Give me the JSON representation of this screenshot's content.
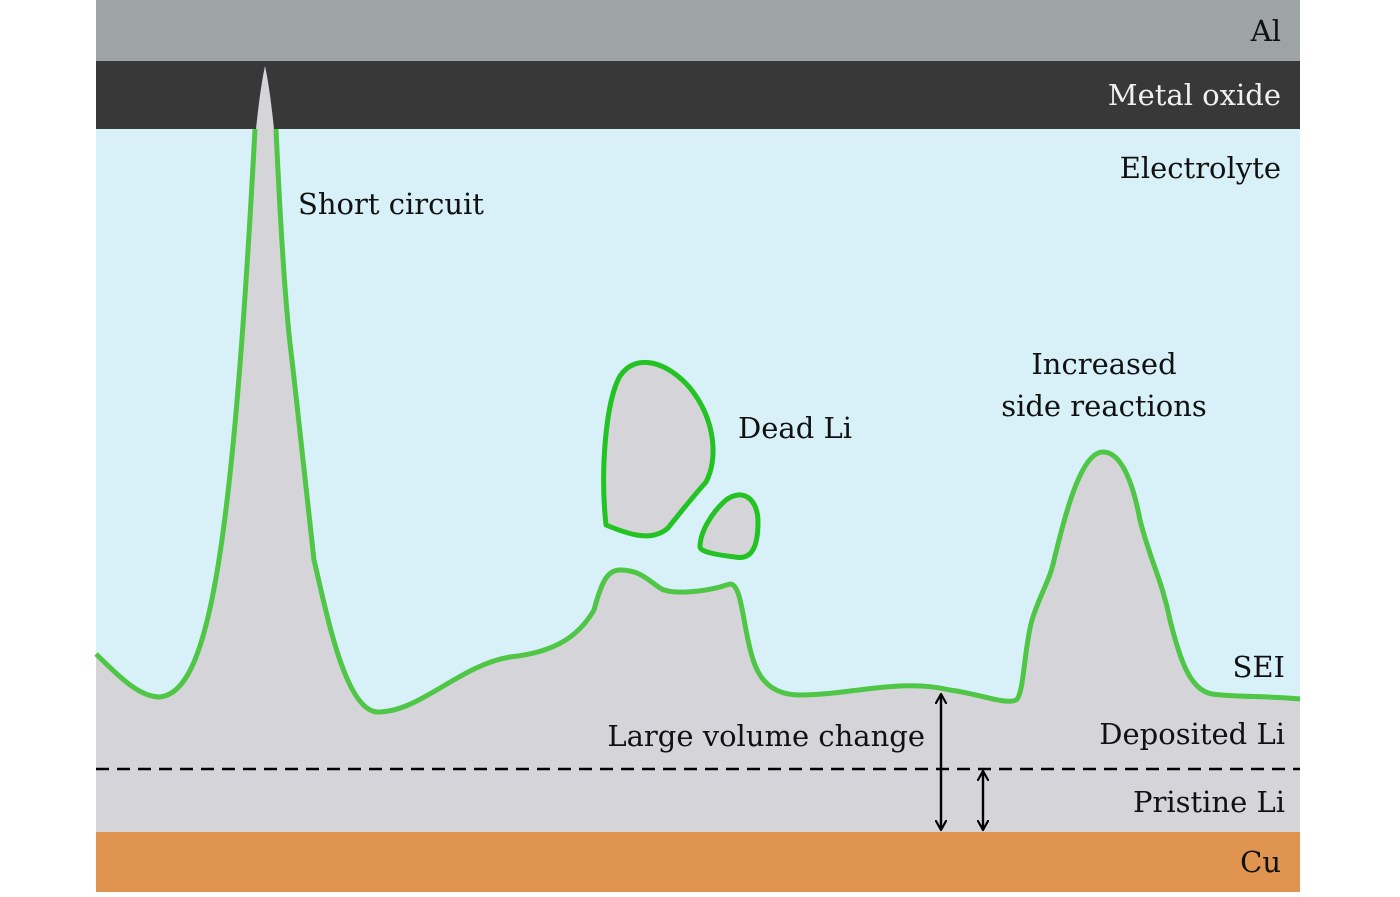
{
  "colors": {
    "al": "#9ea3a5",
    "oxide": "#383838",
    "electrolyte": "#d8f1f9",
    "lithium": "#d5d4d9",
    "copper": "#df954f",
    "sei": "#4fc645",
    "dead_li": "#22c322",
    "text_dark": "#111111",
    "text_light": "#f0f0f0"
  },
  "layers": {
    "al": "Al",
    "oxide": "Metal oxide",
    "electrolyte": "Electrolyte",
    "sei": "SEI",
    "deposited": "Deposited Li",
    "pristine": "Pristine Li",
    "cu": "Cu"
  },
  "annotations": {
    "short_circuit": "Short circuit",
    "dead_li": "Dead Li",
    "side_reactions_line1": "Increased",
    "side_reactions_line2": "side reactions",
    "volume_change": "Large volume change"
  }
}
